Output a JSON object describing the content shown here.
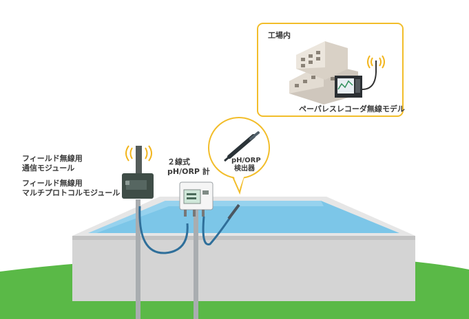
{
  "labels": {
    "factory": "工場内",
    "paperless_recorder": "ペーパレスレコーダ無線モデル",
    "field_wireless_comm_line1": "フィールド無線用",
    "field_wireless_comm_line2": "通信モジュール",
    "field_wireless_multi_line1": "フィールド無線用",
    "field_wireless_multi_line2": "マルチプロトコルモジュール",
    "two_wire_line1": "２線式",
    "two_wire_line2": "pH/ORP 計",
    "sensor_line1": "pH/ORP",
    "sensor_line2": "検出器"
  },
  "colors": {
    "callout_border": "#f2bd2a",
    "water": "#7cc6e8",
    "ground": "#5ab947",
    "tank_wall": "#d4d4d4",
    "cable": "#2f6f9a",
    "module": "#3f4d47"
  },
  "icons": [
    "wireless-signal-icon",
    "factory-building-icon",
    "recorder-icon",
    "sensor-probe-icon"
  ]
}
